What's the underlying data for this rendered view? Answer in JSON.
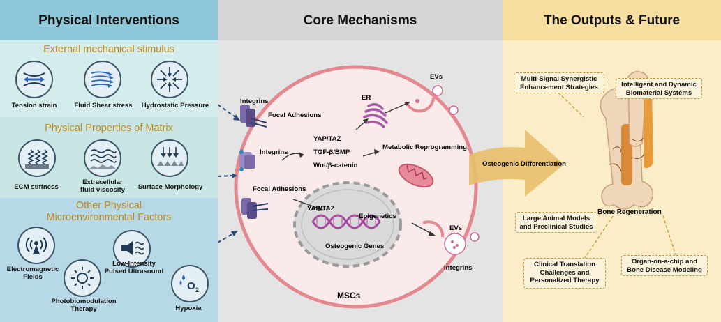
{
  "colors": {
    "left_bg": "#bfdfe9",
    "left_header": "#8ec7d8",
    "mid_bg": "#e4e4e4",
    "right_bg": "#fbedc7",
    "gold": "#c08a16",
    "cell_stroke": "#e3888f"
  },
  "left": {
    "header": "Physical Interventions",
    "s1": {
      "title": "External mechanical stimulus",
      "items": [
        {
          "label": "Tension strain",
          "icon": "tension-strain-icon"
        },
        {
          "label": "Fluid Shear stress",
          "icon": "fluid-shear-icon"
        },
        {
          "label": "Hydrostatic Pressure",
          "icon": "hydrostatic-pressure-icon"
        }
      ]
    },
    "s2": {
      "title": "Physical Properties of Matrix",
      "items": [
        {
          "label": "ECM stiffness",
          "icon": "ecm-stiffness-icon"
        },
        {
          "label": "Extracellular\nfluid viscosity",
          "icon": "fluid-viscosity-icon"
        },
        {
          "label": "Surface Morphology",
          "icon": "surface-morphology-icon"
        }
      ]
    },
    "s3": {
      "title": "Other Physical\nMicroenvironmental Factors",
      "items": [
        {
          "label": "Electromagnetic\nFields",
          "icon": "electromagnetic-icon"
        },
        {
          "label": "Low-Intensity\nPulsed Ultrasound",
          "icon": "ultrasound-icon"
        },
        {
          "label": "Photobiomodulation\nTherapy",
          "icon": "sun-icon"
        },
        {
          "label": "Hypoxia",
          "icon": "oxygen-icon"
        }
      ],
      "o2": "O"
    }
  },
  "middle": {
    "header": "Core Mechanisms",
    "integrins_top": "Integrins",
    "focal_adhesions_top": "Focal Adhesions",
    "integrins_mid": "Integrins",
    "yap_taz": "YAP/TAZ",
    "tgf": "TGF-β/BMP",
    "wnt": "Wnt/β-catenin",
    "er": "ER",
    "evs_top": "EVs",
    "metabolic": "Metabolic Reprogramming",
    "focal_adhesions_bottom": "Focal Adhesions",
    "nucleus_yap": "YAP/TAZ",
    "epigenetics": "Epigenetics",
    "genes": "Osteogenic Genes",
    "evs_bottom": "EVs",
    "integrins_bottom": "Integrins",
    "mscs": "MSCs"
  },
  "right": {
    "header": "The Outputs & Future",
    "arrow_label": "Osteogenic Differentiation",
    "bone": "Bone Regeneration",
    "boxes": [
      "Multi-Signal Synergistic\nEnhancement Strategies",
      "Intelligent and Dynamic\nBiomaterial Systems",
      "Large Animal Models\nand Preclinical Studies",
      "Organ-on-a-chip and\nBone Disease Modeling",
      "Clinical Translation\nChallenges and\nPersonalized Therapy"
    ]
  }
}
